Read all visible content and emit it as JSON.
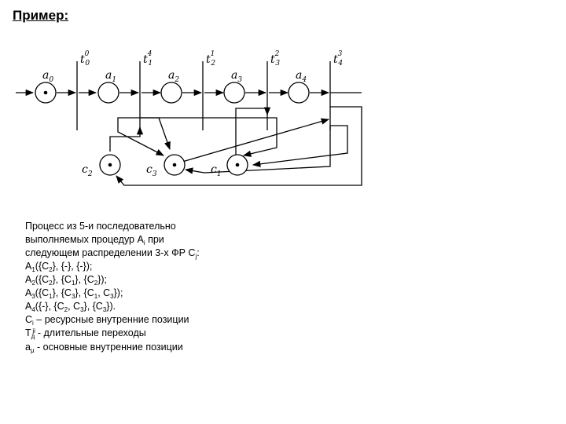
{
  "title": "Пример:",
  "diagram": {
    "places": {
      "a0": {
        "letter": "a",
        "index": "0"
      },
      "a1": {
        "letter": "a",
        "index": "1"
      },
      "a2": {
        "letter": "a",
        "index": "2"
      },
      "a3": {
        "letter": "a",
        "index": "3"
      },
      "a4": {
        "letter": "a",
        "index": "4"
      },
      "c1": {
        "letter": "c",
        "index": "1"
      },
      "c2": {
        "letter": "c",
        "index": "2"
      },
      "c3": {
        "letter": "c",
        "index": "3"
      }
    },
    "transitions": {
      "t0": {
        "letter": "t",
        "sub": "0",
        "sup": "0"
      },
      "t1": {
        "letter": "t",
        "sub": "1",
        "sup": "4"
      },
      "t2": {
        "letter": "t",
        "sub": "2",
        "sup": "1"
      },
      "t3": {
        "letter": "t",
        "sub": "3",
        "sup": "2"
      },
      "t4": {
        "letter": "t",
        "sub": "4",
        "sup": "3"
      }
    }
  },
  "description": {
    "line1": "Процесс из 5-и последовательно",
    "line2_pre": "выполняемых процедур A",
    "line2_sub": "i",
    "line2_post": " при",
    "line3_pre": "следующем распределении 3-х ФР C",
    "line3_sub": "j",
    "line3_post": ":",
    "a1": {
      "p": "A",
      "i": "1",
      "t1": "({C",
      "s1": "2",
      "t2": "}, {-}, {-});"
    },
    "a2": {
      "p": "A",
      "i": "2",
      "t1": "({C",
      "s1": "2",
      "t2": "}, {C",
      "s2": "1",
      "t3": "}, {C",
      "s3": "2",
      "t4": "});"
    },
    "a3": {
      "p": "A",
      "i": "3",
      "t1": "({C",
      "s1": "1",
      "t2": "}, {C",
      "s2": "3",
      "t3": "}, {C",
      "s3": "1",
      "t4": ", C",
      "s4": "3",
      "t5": "});"
    },
    "a4": {
      "p": "A",
      "i": "4",
      "t1": "({-}, {C",
      "s1": "2",
      "t2": ", C",
      "s2": "3",
      "t3": "}, {C",
      "s3": "3",
      "t4": "})."
    },
    "ci": {
      "p": "C",
      "sub": "i",
      "text": " – ресурсные внутренние позиции"
    },
    "td": {
      "p": "T",
      "sub": "j",
      "sub2": "i",
      "sub3": "д",
      "text": "- длительные переходы"
    },
    "am": {
      "p": "a",
      "sub": "μ",
      "text": " - основные внутренние позиции"
    }
  }
}
